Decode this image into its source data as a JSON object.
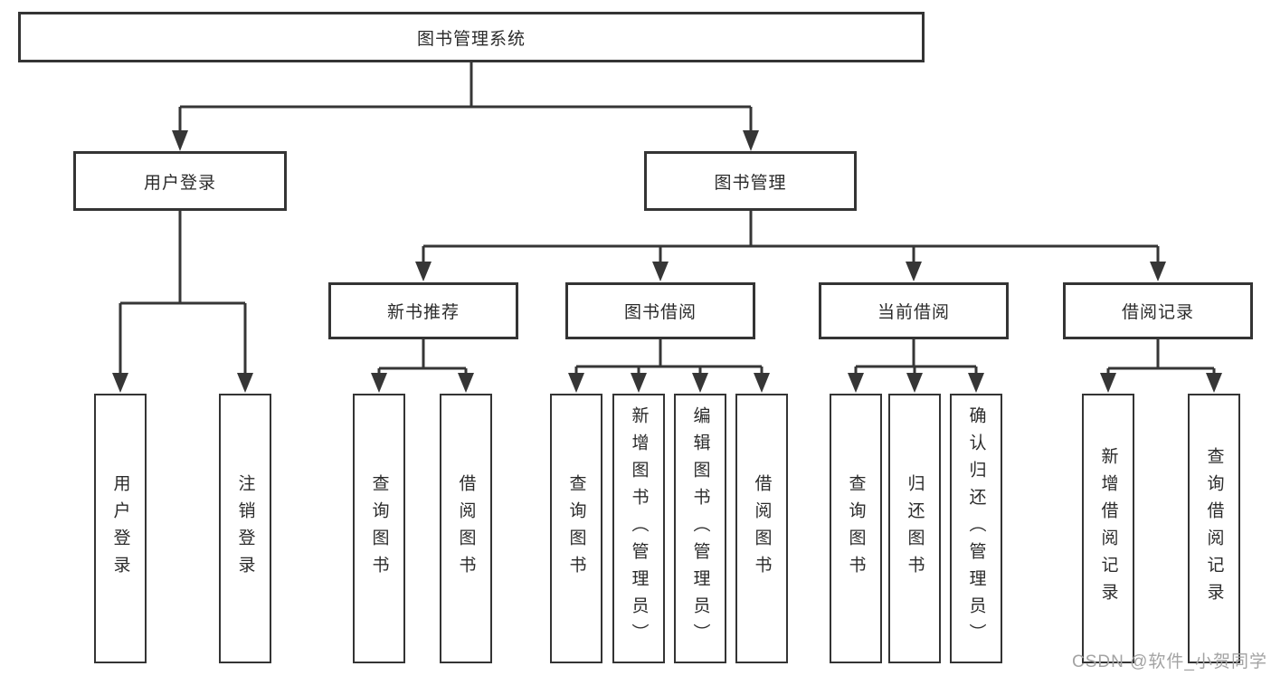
{
  "diagram": {
    "root": {
      "label": "图书管理系统"
    },
    "user_login": {
      "label": "用户登录",
      "children": {
        "login": {
          "label": "用户登录"
        },
        "logout": {
          "label": "注销登录"
        }
      }
    },
    "book_management": {
      "label": "图书管理",
      "children": {
        "new_book_rec": {
          "label": "新书推荐",
          "children": {
            "query_book": {
              "label": "查询图书"
            },
            "borrow_book": {
              "label": "借阅图书"
            }
          }
        },
        "book_borrow": {
          "label": "图书借阅",
          "children": {
            "query_book": {
              "label": "查询图书"
            },
            "add_book": {
              "label": "新增图书（管理员）"
            },
            "edit_book": {
              "label": "编辑图书（管理员）"
            },
            "borrow_book": {
              "label": "借阅图书"
            }
          }
        },
        "current_borrow": {
          "label": "当前借阅",
          "children": {
            "query_book": {
              "label": "查询图书"
            },
            "return_book": {
              "label": "归还图书"
            },
            "confirm_return": {
              "label": "确认归还（管理员）"
            }
          }
        },
        "borrow_records": {
          "label": "借阅记录",
          "children": {
            "add_record": {
              "label": "新增借阅记录"
            },
            "query_record": {
              "label": "查询借阅记录"
            }
          }
        }
      }
    }
  },
  "watermark": {
    "text": "CSDN @软件_小贺同学"
  },
  "colors": {
    "line": "#363636",
    "box_border": "#343434",
    "text": "#2b2b2b",
    "watermark": "#a3a3a3",
    "background": "#ffffff"
  }
}
